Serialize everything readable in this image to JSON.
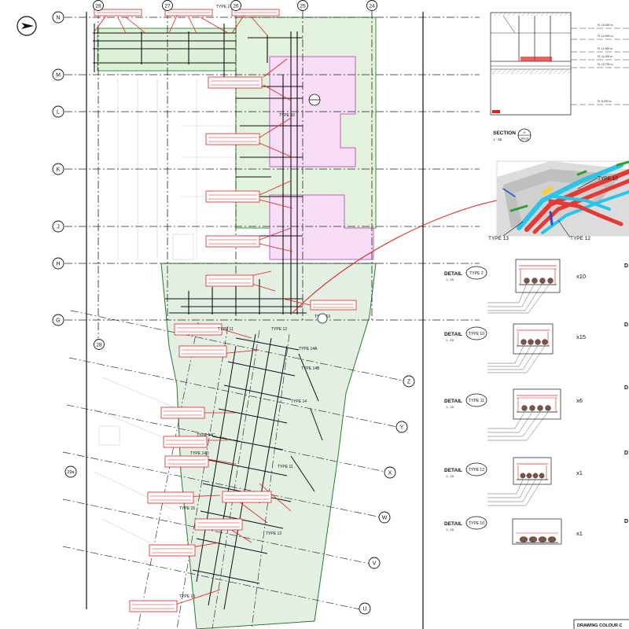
{
  "north_arrow": {
    "icon": "north-arrow-icon"
  },
  "grid_columns": [
    "28",
    "27",
    "26",
    "25",
    "24"
  ],
  "grid_col_28_lower": "28",
  "grid_rows": [
    "N",
    "M",
    "L",
    "K",
    "J",
    "H",
    "G"
  ],
  "angled_grid": [
    "Z",
    "Y",
    "X",
    "W",
    "V",
    "U"
  ],
  "angled_grid_left": "29a",
  "type_tags": [
    {
      "label": "TYPE 2"
    },
    {
      "label": "TYPE 10"
    },
    {
      "label": "TYPE 13"
    },
    {
      "label": "TYPE 11"
    },
    {
      "label": "TYPE 12"
    },
    {
      "label": "TYPE 14A"
    },
    {
      "label": "TYPE 14B"
    },
    {
      "label": "TYPE 14"
    },
    {
      "label": "TYPE 14C"
    },
    {
      "label": "TYPE 14D"
    },
    {
      "label": "TYPE 11"
    },
    {
      "label": "TYPE 15"
    },
    {
      "label": "TYPE 10"
    },
    {
      "label": "TYPE 13"
    }
  ],
  "section": {
    "title": "SECTION",
    "scale": "1 : 50",
    "marker_top": "A",
    "marker_bottom": "3D010",
    "levels": [
      "FL 15.000 m",
      "FL 12.500 m",
      "FL 11.900 m",
      "FL 11.000 m",
      "FL 10.700 m",
      "FL 8.000 m"
    ]
  },
  "isometric_3d": {
    "labels": [
      "TYPE 10",
      "TYPE 13",
      "TYPE 12"
    ],
    "colors": {
      "red": "#e53935",
      "cyan": "#29c5e6",
      "green": "#2e9e2e",
      "yellow": "#f4d03f",
      "blue": "#1e50d0"
    }
  },
  "details": [
    {
      "title": "DETAIL",
      "scale": "1 : 20",
      "type": "TYPE 2",
      "multiplier": "x10"
    },
    {
      "title": "DETAIL",
      "scale": "1 : 20",
      "type": "TYPE 10",
      "multiplier": "x15"
    },
    {
      "title": "DETAIL",
      "scale": "1 : 20",
      "type": "TYPE 11",
      "multiplier": "x6"
    },
    {
      "title": "DETAIL",
      "scale": "1 : 20",
      "type": "TYPE 12",
      "multiplier": "x1"
    },
    {
      "title": "DETAIL",
      "scale": "1 : 20",
      "type": "TYPE 10",
      "multiplier": "x1"
    }
  ],
  "right_edge_letters": [
    "D",
    "D",
    "D",
    "D",
    "D"
  ],
  "footer_text": "DRAWING COLOUR C",
  "colors": {
    "green_zone": "#dff0d8",
    "green_zone_light": "#e9f4e4",
    "green_outline": "#3a9a3a",
    "pink_zone": "#f7ddf5",
    "pink_outline": "#c060c0",
    "red_callout": "#e02020",
    "line": "#111111"
  }
}
